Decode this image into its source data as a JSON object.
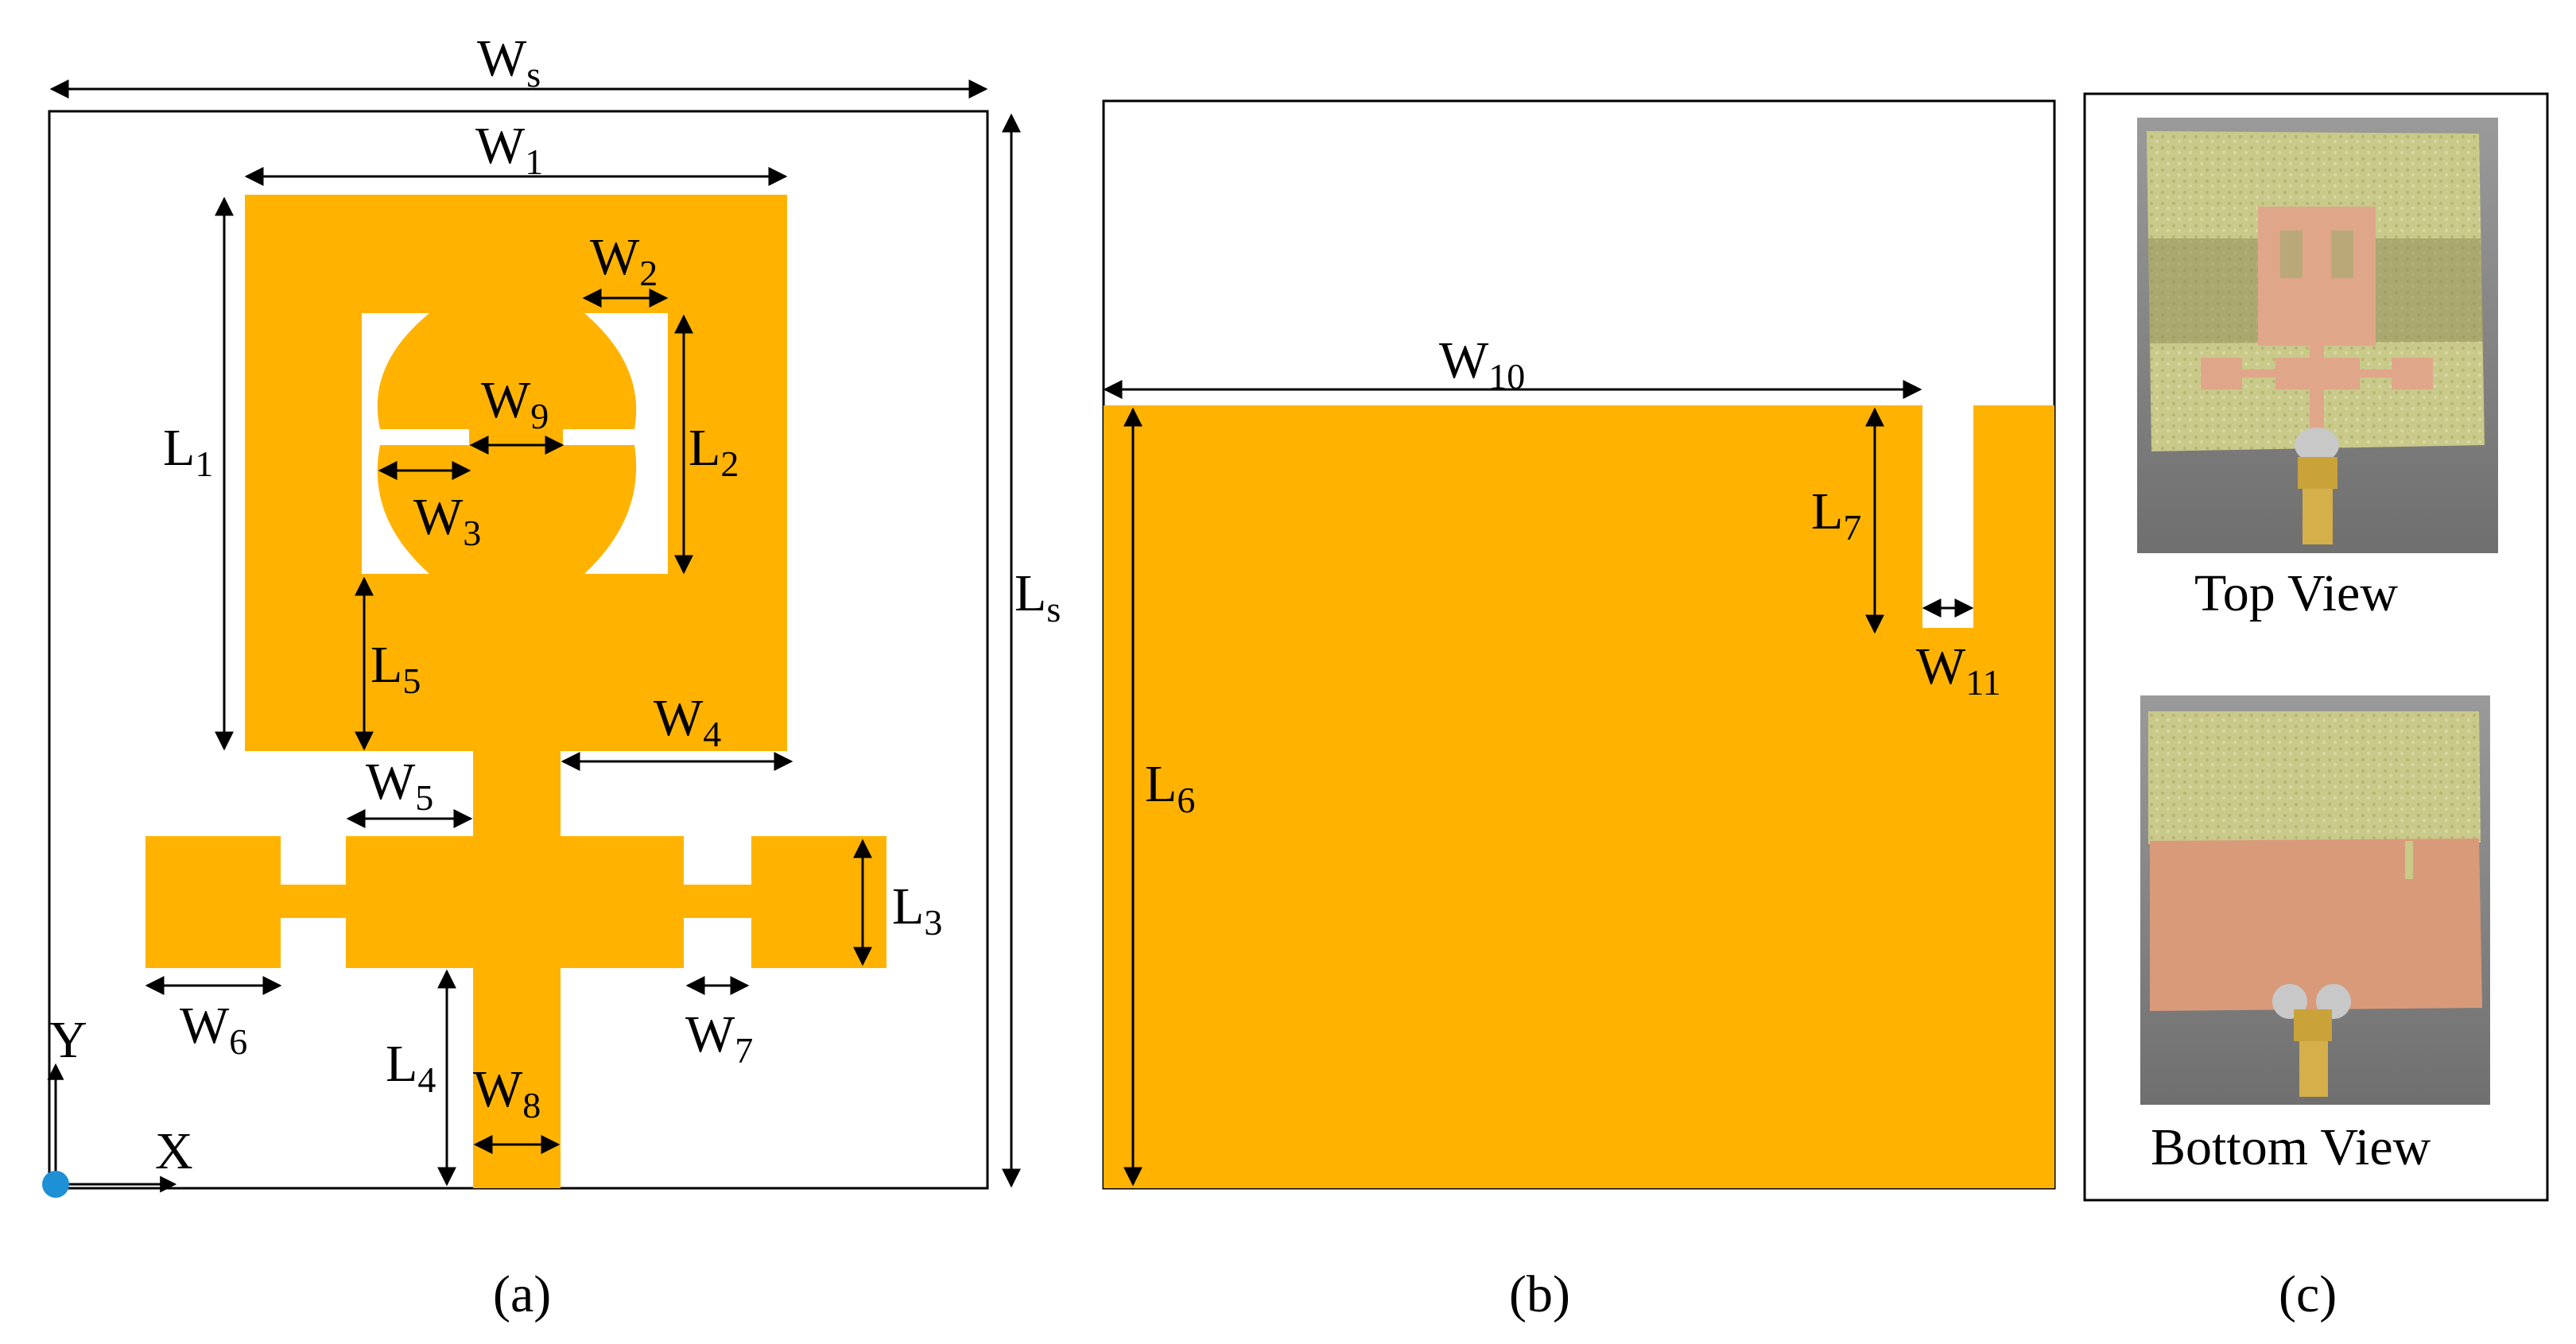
{
  "panels": {
    "a": {
      "caption": "(a)"
    },
    "b": {
      "caption": "(b)"
    },
    "c": {
      "caption": "(c)",
      "top_view_label": "Top View",
      "bottom_view_label": "Bottom View"
    }
  },
  "dimensions": {
    "Ws": {
      "main": "W",
      "sub": "s"
    },
    "Ls": {
      "main": "L",
      "sub": "s"
    },
    "W1": {
      "main": "W",
      "sub": "1"
    },
    "W2": {
      "main": "W",
      "sub": "2"
    },
    "W3": {
      "main": "W",
      "sub": "3"
    },
    "W4": {
      "main": "W",
      "sub": "4"
    },
    "W5": {
      "main": "W",
      "sub": "5"
    },
    "W6": {
      "main": "W",
      "sub": "6"
    },
    "W7": {
      "main": "W",
      "sub": "7"
    },
    "W8": {
      "main": "W",
      "sub": "8"
    },
    "W9": {
      "main": "W",
      "sub": "9"
    },
    "W10": {
      "main": "W",
      "sub": "10"
    },
    "W11": {
      "main": "W",
      "sub": "11"
    },
    "L1": {
      "main": "L",
      "sub": "1"
    },
    "L2": {
      "main": "L",
      "sub": "2"
    },
    "L3": {
      "main": "L",
      "sub": "3"
    },
    "L4": {
      "main": "L",
      "sub": "4"
    },
    "L5": {
      "main": "L",
      "sub": "5"
    },
    "L6": {
      "main": "L",
      "sub": "6"
    },
    "L7": {
      "main": "L",
      "sub": "7"
    }
  },
  "axes": {
    "x_label": "X",
    "y_label": "Y"
  },
  "colors": {
    "metal": "#FFB300",
    "origin_dot": "#1E90D6",
    "fr4": "#C9C98A",
    "copper": "#D99A7A"
  }
}
